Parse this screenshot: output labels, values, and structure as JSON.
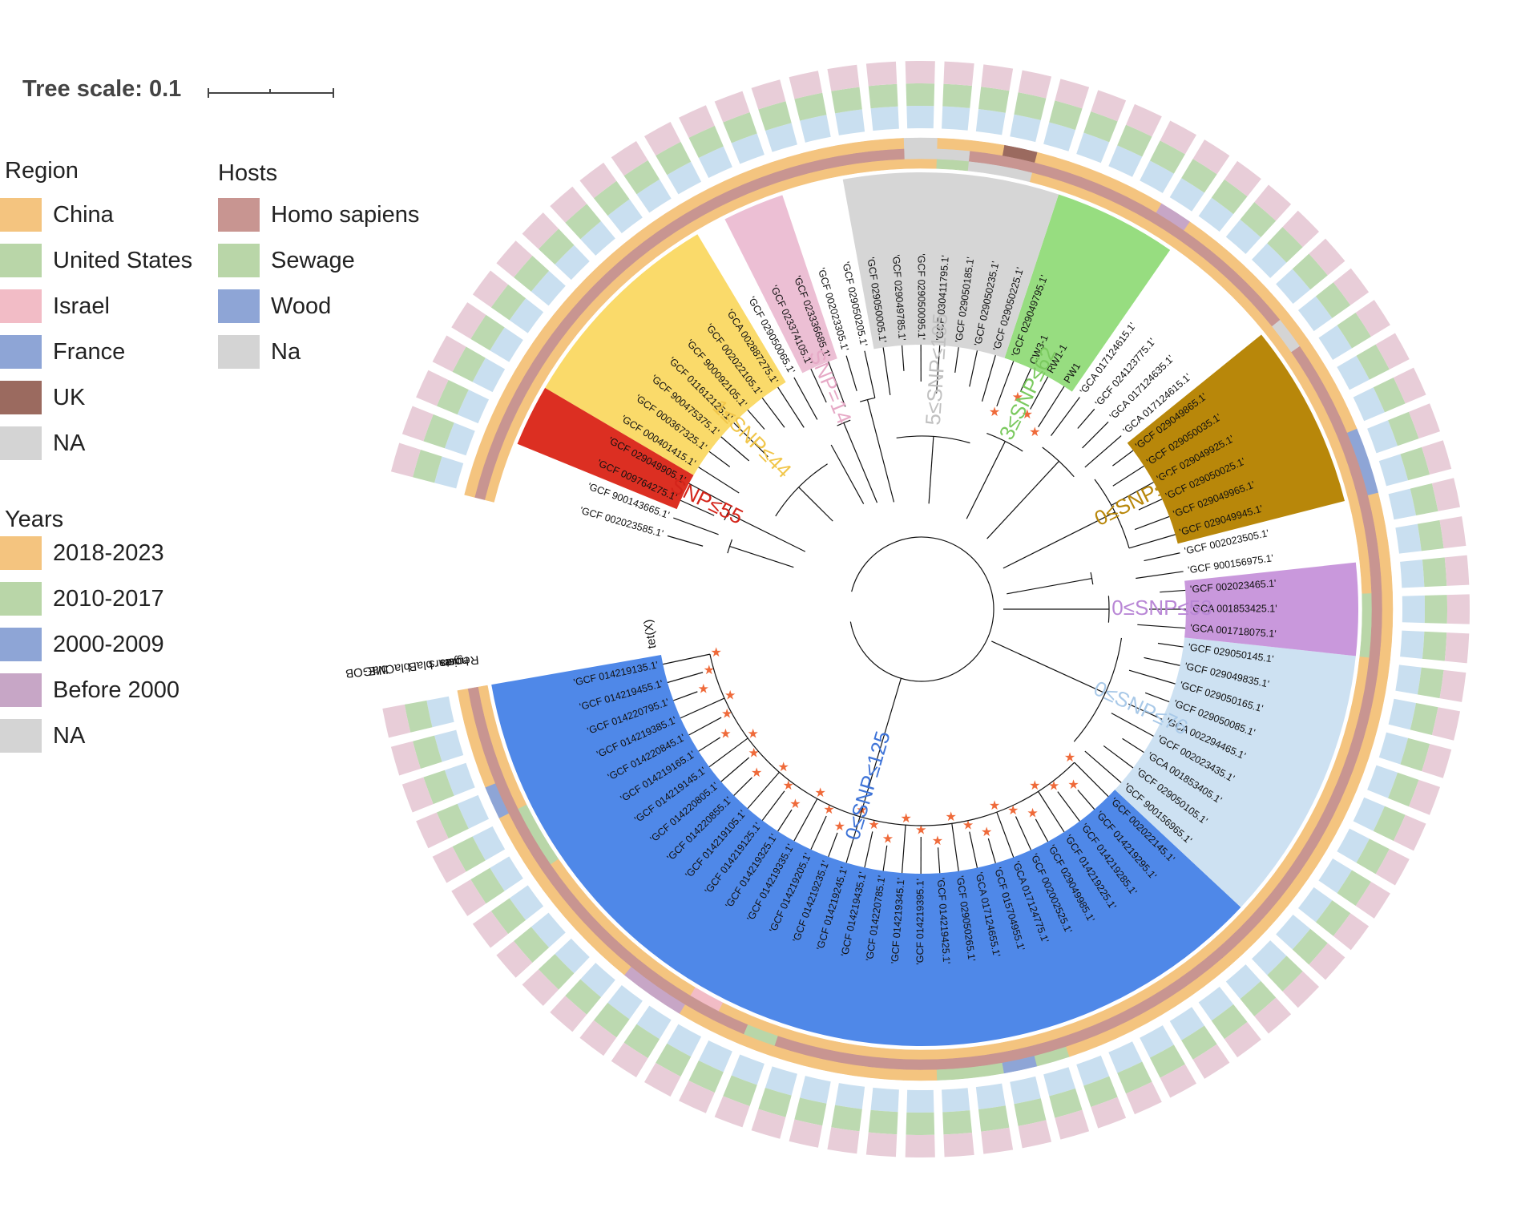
{
  "tree_scale": {
    "label": "Tree scale: 0.1"
  },
  "legends": {
    "region": {
      "title": "Region",
      "items": [
        {
          "label": "China",
          "color": "#f4c47f"
        },
        {
          "label": "United States",
          "color": "#b9d6a8"
        },
        {
          "label": "Israel",
          "color": "#f2bcc6"
        },
        {
          "label": "France",
          "color": "#8ea5d6"
        },
        {
          "label": "UK",
          "color": "#9b6a5f"
        },
        {
          "label": "NA",
          "color": "#d4d4d4"
        }
      ]
    },
    "hosts": {
      "title": "Hosts",
      "items": [
        {
          "label": "Homo sapiens",
          "color": "#c89591"
        },
        {
          "label": "Sewage",
          "color": "#b9d6a8"
        },
        {
          "label": "Wood",
          "color": "#8ea5d6"
        },
        {
          "label": "Na",
          "color": "#d4d4d4"
        }
      ]
    },
    "years": {
      "title": "Years",
      "items": [
        {
          "label": "2018-2023",
          "color": "#f4c47f"
        },
        {
          "label": "2010-2017",
          "color": "#b9d6a8"
        },
        {
          "label": "2000-2009",
          "color": "#8ea5d6"
        },
        {
          "label": "Before 2000",
          "color": "#c7a6c6"
        },
        {
          "label": "NA",
          "color": "#d4d4d4"
        }
      ]
    }
  },
  "ring_labels": [
    "Region",
    "hosts",
    "years",
    "blaB",
    "blaCME",
    "blaGOB"
  ],
  "gene_label": "tet(X)",
  "ring_colors": {
    "region_default": "#f4c47f",
    "hosts_default": "#c89591",
    "years_default": "#f4c47f",
    "blaB": "#c9dff0",
    "blaCME": "#bcd9b0",
    "blaGOB": "#e8cdd8",
    "star": "#ef6a3a",
    "branch": "#111111"
  },
  "clades": [
    {
      "snp": "0≤SNP≤125",
      "fill": "#4f88e8",
      "text": "#3f74d8",
      "star": true,
      "leaves": [
        "'GCF 014219135.1'",
        "'GCF 014219455.1'",
        "'GCF 014220795.1'",
        "'GCF 014219385.1'",
        "'GCF 014220845.1'",
        "'GCF 014219165.1'",
        "'GCF 014219145.1'",
        "'GCF 014220805.1'",
        "'GCF 014220855.1'",
        "'GCF 014219105.1'",
        "'GCF 014219125.1'",
        "'GCF 014219325.1'",
        "'GCF 014219335.1'",
        "'GCF 014219205.1'",
        "'GCF 014219235.1'",
        "'GCF 014219245.1'",
        "'GCF 014219435.1'",
        "'GCF 014220785.1'",
        "'GCF 014219345.1'",
        "'GCF 014219395.1'",
        "'GCF 014219425.1'",
        "'GCF 029050265.1'",
        "'GCA 017124655.1'",
        "'GCF 015704955.1'",
        "'GCA 017124775.1'",
        "'GCF 002002525.1'",
        "'GCF 029049985.1'",
        "'GCF 014219225.1'",
        "'GCF 014219285.1'",
        "'GCF 014219295.1'",
        "'GCF 002022145.1'"
      ]
    },
    {
      "snp": "0≤SNP≤76",
      "fill": "#cde1f2",
      "text": "#a9c9e8",
      "star": false,
      "leaves": [
        "'GCF 900156965.1'",
        "'GCF 029050105.1'",
        "'GCA 001853405.1'",
        "'GCF 002023435.1'",
        "'GCA 002294465.1'",
        "'GCF 029050085.1'",
        "'GCF 029050165.1'",
        "'GCF 029049835.1'",
        "'GCF 029050145.1'"
      ]
    },
    {
      "snp": "0≤SNP≤53",
      "fill": "#c998dc",
      "text": "#b987d6",
      "star": false,
      "leaves": [
        "'GCA 001718075.1'",
        "'GCA 001853425.1'",
        "'GCF 002023465.1'"
      ]
    },
    {
      "snp": "",
      "fill": "none",
      "text": "#000",
      "star": false,
      "leaves": [
        "'GCF 900156975.1'",
        "'GCF 002023505.1'"
      ]
    },
    {
      "snp": "0≤SNP≤2",
      "fill": "#b8870a",
      "text": "#b8870a",
      "star": false,
      "leaves": [
        "'GCF 029049945.1'",
        "'GCF 029049965.1'",
        "'GCF 029050025.1'",
        "'GCF 029049925.1'",
        "'GCF 029050035.1'",
        "'GCF 029049865.1'"
      ]
    },
    {
      "snp": "",
      "fill": "none",
      "text": "#000",
      "star": false,
      "leaves": [
        "'GCA 017124615.1'",
        "'GCA 017124635.1'",
        "'GCF 024123775.1'",
        "'GCA 017124615.1'"
      ]
    },
    {
      "snp": "3≤SNP≤62",
      "fill": "#97dd80",
      "text": "#7ac95e",
      "star": true,
      "leaves": [
        "PW1",
        "RW1-1",
        "CW3-1",
        "'GCF 029049795.1'"
      ]
    },
    {
      "snp": "5≤SNP≤195",
      "fill": "#d6d6d6",
      "text": "#c0c0c0",
      "star": false,
      "leaves": [
        "'GCF 029050225.1'",
        "'GCF 029050235.1'",
        "'GCF 029050185.1'",
        "'GCF 030411795.1'",
        "'GCF 029050095.1'",
        "'GCF 029049785.1'",
        "'GCF 029050005.1'"
      ]
    },
    {
      "snp": "",
      "fill": "none",
      "text": "#000",
      "star": false,
      "leaves": [
        "'GCF 029050205.1'",
        "'GCF 002023305.1'"
      ]
    },
    {
      "snp": "SNP=14",
      "fill": "#ecbfd4",
      "text": "#e6a9c6",
      "star": false,
      "leaves": [
        "'GCF 023336685.1'",
        "'GCF 023374105.1'"
      ]
    },
    {
      "snp": "",
      "fill": "none",
      "text": "#000",
      "star": false,
      "leaves": [
        "'GCF 029050065.1'"
      ]
    },
    {
      "snp": "1≤SNP≤44",
      "fill": "#fada6a",
      "text": "#f1c64a",
      "star": false,
      "leaves": [
        "'GCA 002887275.1'",
        "'GCF 002022105.1'",
        "'GCF 900092105.1'",
        "'GCF 011612125.1'",
        "'GCF 900475375.1'",
        "'GCF 000367325.1'",
        "'GCF 000401415.1'"
      ]
    },
    {
      "snp": "SNP≤55",
      "fill": "#dc2f22",
      "text": "#d4241a",
      "star": false,
      "leaves": [
        "'GCF 029049905.1'",
        "'GCF 009764275.1'"
      ]
    },
    {
      "snp": "",
      "fill": "none",
      "text": "#000",
      "star": false,
      "leaves": [
        "'GCF 900143665.1'",
        "'GCF 002023585.1'"
      ]
    }
  ]
}
